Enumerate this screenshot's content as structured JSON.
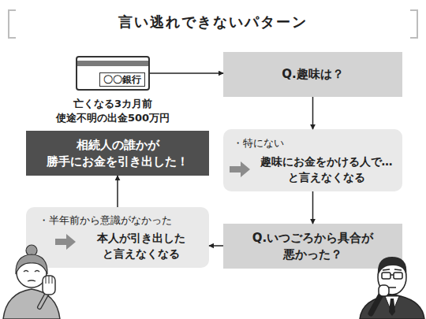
{
  "diagram": {
    "title": "言い逃れできないパターン",
    "nodes": [
      {
        "text": [
          "〇〇銀行",
          "亡くなる3カ月前 使途不明の出金500万円"
        ]
      },
      {
        "text": [
          "Q.趣味は？"
        ]
      },
      {
        "text": [
          "・特にない",
          "趣味にお金をかける人で… と言えなくなる"
        ]
      },
      {
        "text": [
          "Q.いつごろから具合が 悪かった？"
        ]
      },
      {
        "text": [
          "・半年前から意識がなかった",
          "本人が引き出した と言えなくなる"
        ]
      },
      {
        "text": [
          "相続人の誰かが 勝手にお金を引き出した！"
        ]
      }
    ],
    "edges": [
      {
        "from": 0,
        "to": 1,
        "arrow": "to"
      },
      {
        "from": 1,
        "to": 2,
        "arrow": "to"
      },
      {
        "from": 2,
        "to": 3,
        "arrow": "to"
      },
      {
        "from": 3,
        "to": 4,
        "arrow": "to"
      },
      {
        "from": 4,
        "to": 5,
        "arrow": "to"
      }
    ]
  }
}
